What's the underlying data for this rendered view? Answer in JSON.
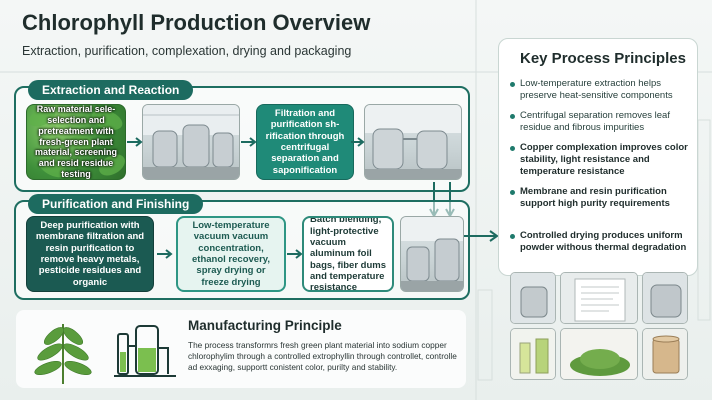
{
  "header": {
    "title": "Chlorophyll Production Overview",
    "subtitle": "Extraction, purification, complexation, drying and packaging"
  },
  "sections": {
    "extraction": {
      "label": "Extraction and Reaction",
      "steps": [
        "Raw material sele-selection and pretreatment with fresh-green plant material, screening and resid residue testing",
        "Filtration and purification sh-rification through centrifugal separation and saponification"
      ]
    },
    "purification": {
      "label": "Purification and Finishing",
      "steps": [
        "Deep purification with membrane filtration and resin purification to remove heavy metals, pesticide residues and organic",
        "Low-temperature vacuum vacuum concentration, ethanol recovery, spray drying or freeze drying",
        "Batch blending, light-protective vacuum aluminum foil bags, fiber dums and temperature resistance"
      ]
    }
  },
  "principles": {
    "title": "Key Process Principles",
    "items": [
      "Low-temperature extraction helps preserve heat-sensitive components",
      "Centrifugal separation removes leaf residue and fibrous impurities",
      "Copper complexation improves color stability, light resistance and temperature resistance",
      "Membrane and resin purification support high purity requirements",
      "Controlled drying produces uniform powder withous thermal degradation"
    ]
  },
  "manufacturing": {
    "title": "Manufacturing Principle",
    "text": "The process transformrs fresh green plant material into sodium copper chlorophylim through a controlled extrophyllin through controllet, controlle ad exxaging, supportt conistent color, purilty and stability."
  },
  "colors": {
    "accent": "#1d6b60",
    "accent_light": "#2e9684",
    "leaf": "#3e8f3a"
  }
}
